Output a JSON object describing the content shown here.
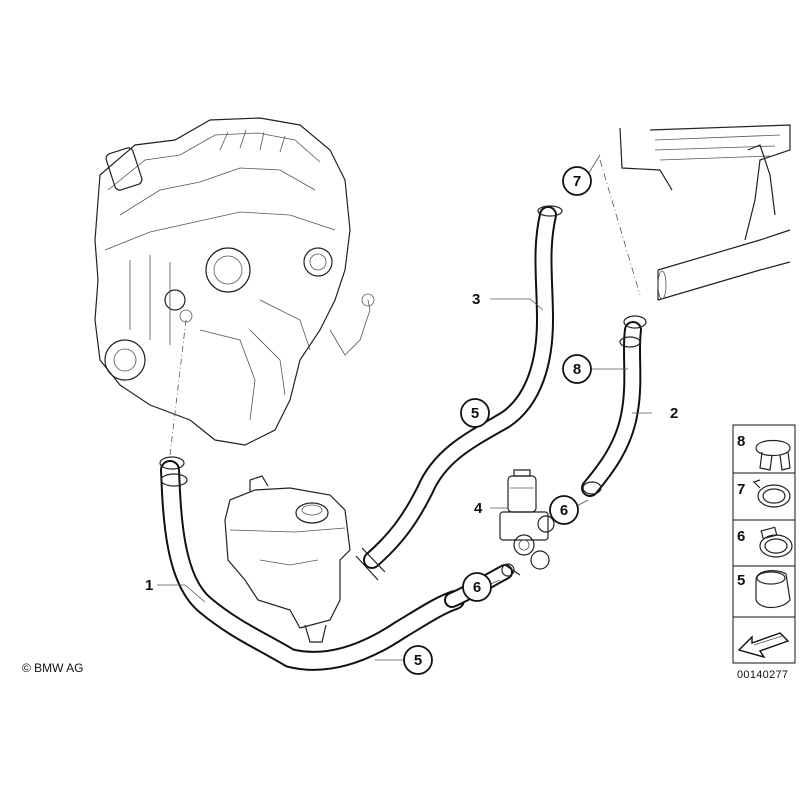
{
  "copyright": "© BMW AG",
  "diagram_number": "00140277",
  "callouts": {
    "c1": "1",
    "c2": "2",
    "c3": "3",
    "c4": "4",
    "c5a": "5",
    "c5b": "5",
    "c6a": "6",
    "c6b": "6",
    "c7": "7",
    "c8": "8"
  },
  "legend": [
    {
      "label": "8",
      "icon": "clamp-spring-icon"
    },
    {
      "label": "7",
      "icon": "clamp-band-icon"
    },
    {
      "label": "6",
      "icon": "clamp-screw-icon"
    },
    {
      "label": "5",
      "icon": "clamp-sleeve-icon"
    }
  ],
  "legend_arrow_icon": "direction-arrow-icon"
}
